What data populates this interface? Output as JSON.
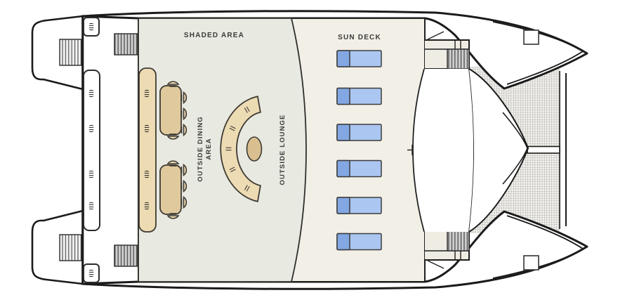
{
  "plan": {
    "vessel_type": "catamaran-deck-plan",
    "labels": {
      "shaded_area": "SHADED AREA",
      "sun_deck": "SUN DECK",
      "dining_line1": "OUTSIDE DINING",
      "dining_line2": "AREA",
      "lounge": "OUTSIDE LOUNGE"
    },
    "furniture": {
      "sun_loungers_count": 6,
      "dining_tables_count": 2,
      "dining_chairs_count": 10,
      "bench_seats_count": 1,
      "curved_sofas_count": 1,
      "staircases_count": 6,
      "trampoline_nets_count": 2,
      "deck_hatches_count": 2
    },
    "colors": {
      "outline": "#1b1b1b",
      "shaded_deck": "#e8e9e1",
      "sun_deck": "#f2efe7",
      "cushion_tan": "#eddbb3",
      "table_tan": "#e0c99c",
      "oval_table_tan": "#d9bf90",
      "lounger_head_blue": "#82a7e3",
      "lounger_body_blue": "#abc6f1",
      "stairs_gray": "#cfcfcf",
      "netting_gray": "#a3a29d"
    }
  }
}
